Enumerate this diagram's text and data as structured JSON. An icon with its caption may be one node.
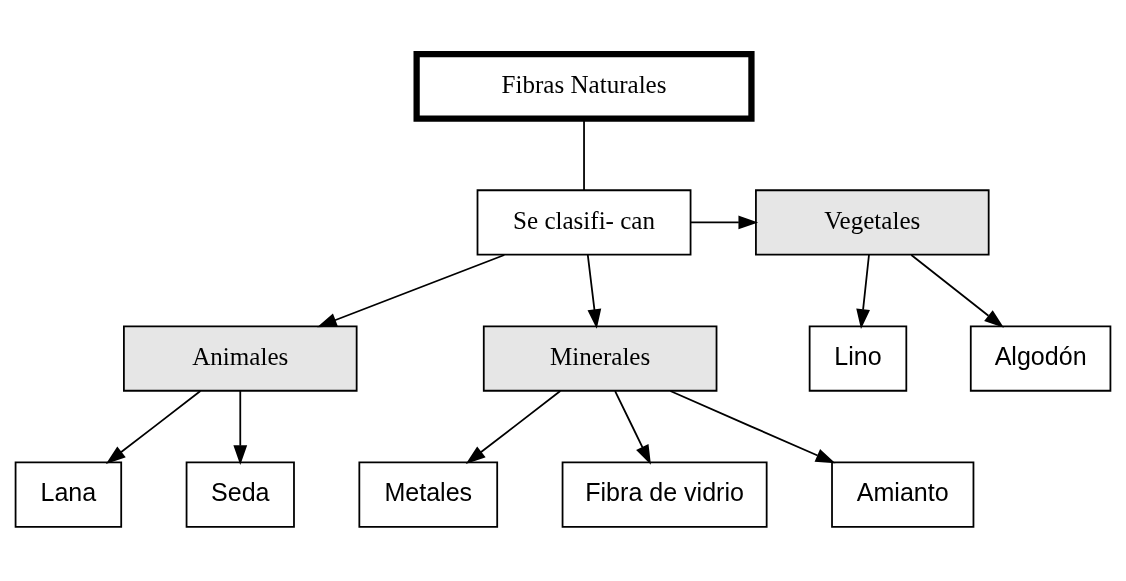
{
  "diagram": {
    "nodes": [
      {
        "text": [
          "Fibras Naturales"
        ]
      },
      {
        "text": [
          "Se clasifi- can"
        ]
      },
      {
        "text": [
          "Vegetales"
        ]
      },
      {
        "text": [
          "Lino"
        ]
      },
      {
        "text": [
          "Algodón"
        ]
      },
      {
        "text": [
          "Animales"
        ]
      },
      {
        "text": [
          "Minerales"
        ]
      },
      {
        "text": [
          "Metales"
        ]
      },
      {
        "text": [
          "Lana"
        ]
      },
      {
        "text": [
          "Seda"
        ]
      },
      {
        "text": [
          "Fibra de vidrio"
        ]
      },
      {
        "text": [
          "Amianto"
        ]
      }
    ],
    "edges": [
      {
        "from": 0,
        "to": 1,
        "arrow": "none"
      },
      {
        "from": 1,
        "to": 2,
        "arrow": "to"
      },
      {
        "from": 2,
        "to": 3,
        "arrow": "to"
      },
      {
        "from": 2,
        "to": 4,
        "arrow": "to"
      },
      {
        "from": 1,
        "to": 5,
        "arrow": "to"
      },
      {
        "from": 1,
        "to": 6,
        "arrow": "to"
      },
      {
        "from": 6,
        "to": 7,
        "arrow": "to"
      },
      {
        "from": 6,
        "to": 10,
        "arrow": "to"
      },
      {
        "from": 6,
        "to": 11,
        "arrow": "to"
      },
      {
        "from": 5,
        "to": 8,
        "arrow": "to"
      },
      {
        "from": 5,
        "to": 9,
        "arrow": "to"
      }
    ]
  }
}
